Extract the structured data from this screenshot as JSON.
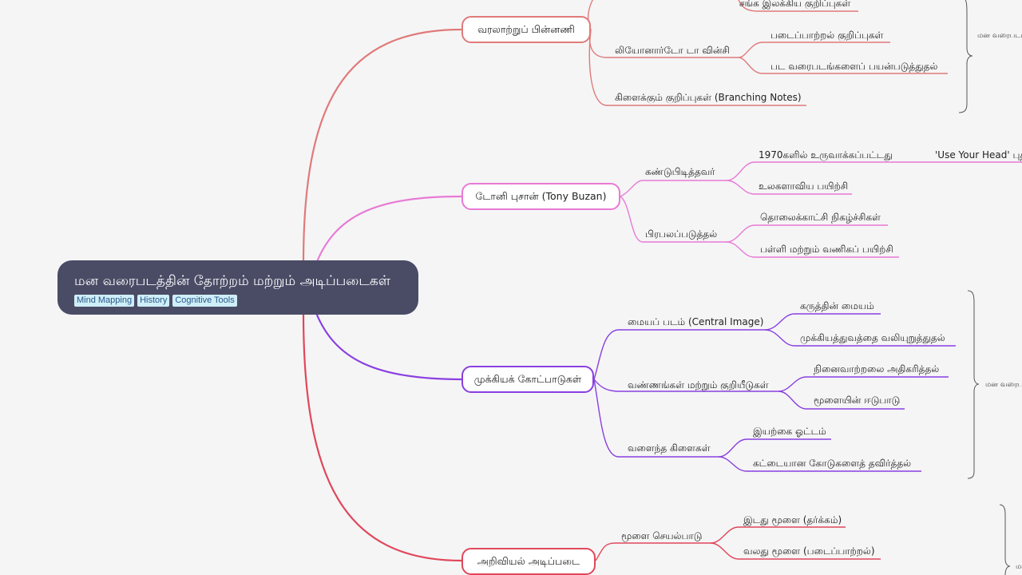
{
  "root": {
    "title": "மன வரைபடத்தின் தோற்றம் மற்றும் அடிப்படைகள்",
    "tags": [
      "Mind Mapping",
      "History",
      "Cognitive Tools"
    ]
  },
  "branches": {
    "history": {
      "label": "வரலாற்றுப் பின்னணி",
      "color": "#e07a7a",
      "items": {
        "partial_top": "சங்க இலக்கிய குறிப்புகள்",
        "davinci": "லியோனார்டோ டா வின்சி",
        "davinci_1": "படைப்பாற்றல் குறிப்புகள்",
        "davinci_2": "பட வரைபடங்களைப் பயன்படுத்துதல்",
        "branching": "கிளைக்கும் குறிப்புகள் (Branching Notes)"
      },
      "summary": "மன வரைபடம்"
    },
    "buzan": {
      "label": "டோனி புசான் (Tony Buzan)",
      "color": "#e87ad4",
      "items": {
        "inventor": "கண்டுபிடித்தவர்",
        "inventor_1": "1970களில் உருவாக்கப்பட்டது",
        "inventor_1_1": "'Use Your Head' புத்தகம்",
        "inventor_2": "உலகளாவிய பயிற்சி",
        "popular": "பிரபலப்படுத்தல்",
        "popular_1": "தொலைக்காட்சி நிகழ்ச்சிகள்",
        "popular_2": "பள்ளி மற்றும் வணிகப் பயிற்சி"
      }
    },
    "principles": {
      "label": "முக்கியக் கோட்பாடுகள்",
      "color": "#8a3fe0",
      "items": {
        "central": "மையப் படம் (Central Image)",
        "central_1": "கருத்தின் மையம்",
        "central_2": "முக்கியத்துவத்தை வலியுறுத்துதல்",
        "colors": "வண்ணங்கள் மற்றும் குறியீடுகள்",
        "colors_1": "நினைவாற்றலை அதிகரித்தல்",
        "colors_2": "மூளையின் ஈடுபாடு",
        "curved": "வளைந்த கிளைகள்",
        "curved_1": "இயற்கை ஓட்டம்",
        "curved_2": "கட்டையான கோடுகளைத் தவிர்த்தல்"
      },
      "summary": "மன வரைபடம்"
    },
    "science": {
      "label": "அறிவியல் அடிப்படை",
      "color": "#e0475a",
      "items": {
        "brain": "மூளை செயல்பாடு",
        "brain_1": "இடது மூளை (தர்க்கம்)",
        "brain_2": "வலது மூளை (படைப்பாற்றல்)"
      },
      "summary": "மன"
    }
  }
}
